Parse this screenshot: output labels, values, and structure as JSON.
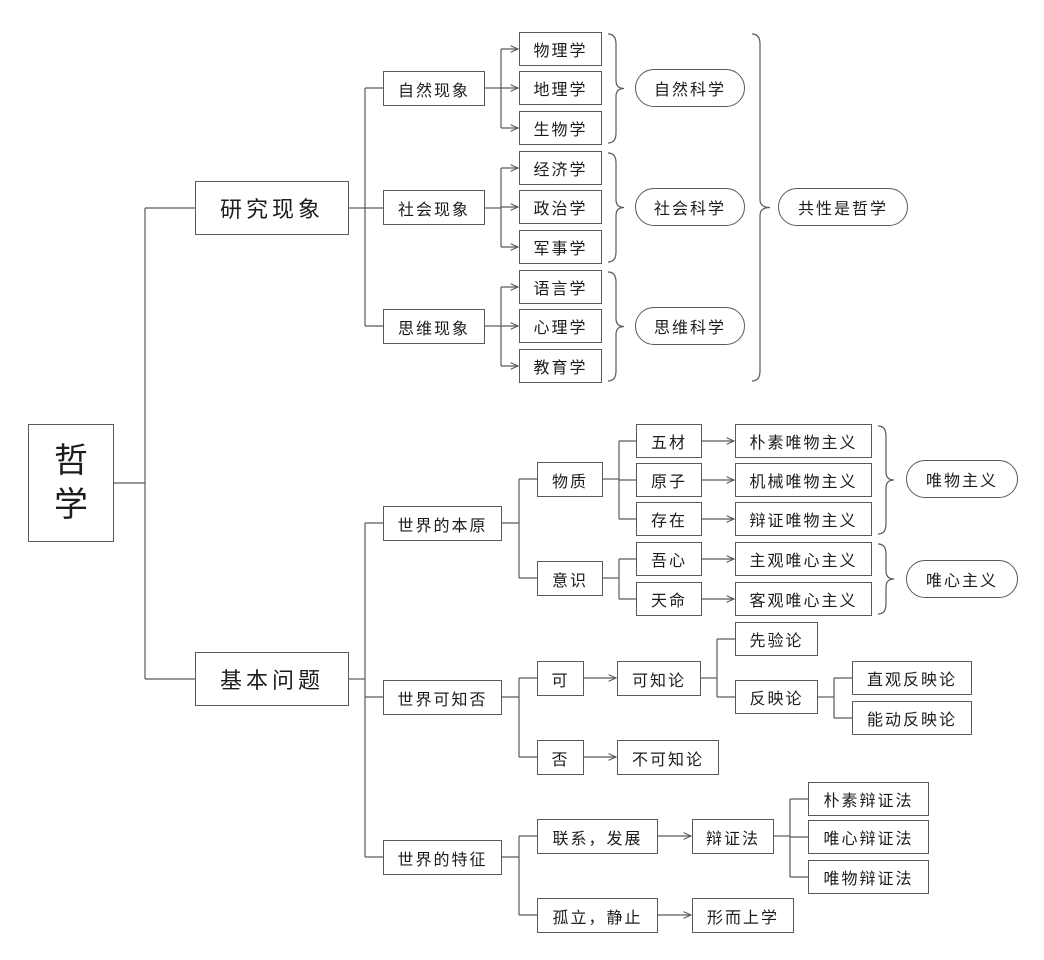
{
  "root": [
    "哲",
    "学"
  ],
  "branches": {
    "research": "研究现象",
    "basic": "基本问题"
  },
  "phenomena": {
    "natural": {
      "label": "自然现象",
      "subjects": [
        "物理学",
        "地理学",
        "生物学"
      ],
      "group": "自然科学"
    },
    "social": {
      "label": "社会现象",
      "subjects": [
        "经济学",
        "政治学",
        "军事学"
      ],
      "group": "社会科学"
    },
    "thinking": {
      "label": "思维现象",
      "subjects": [
        "语言学",
        "心理学",
        "教育学"
      ],
      "group": "思维科学"
    },
    "common": "共性是哲学"
  },
  "origin": {
    "label": "世界的本原",
    "matter": {
      "label": "物质",
      "items": [
        {
          "term": "五材",
          "school": "朴素唯物主义"
        },
        {
          "term": "原子",
          "school": "机械唯物主义"
        },
        {
          "term": "存在",
          "school": "辩证唯物主义"
        }
      ],
      "group": "唯物主义"
    },
    "consciousness": {
      "label": "意识",
      "items": [
        {
          "term": "吾心",
          "school": "主观唯心主义"
        },
        {
          "term": "天命",
          "school": "客观唯心主义"
        }
      ],
      "group": "唯心主义"
    }
  },
  "knowable": {
    "label": "世界可知否",
    "yes": "可",
    "yes_theory": "可知论",
    "apriori": "先验论",
    "reflection": "反映论",
    "reflection_types": [
      "直观反映论",
      "能动反映论"
    ],
    "no": "否",
    "no_theory": "不可知论"
  },
  "features": {
    "label": "世界的特征",
    "connection": "联系，发展",
    "dialectics": "辩证法",
    "dialectics_types": [
      "朴素辩证法",
      "唯心辩证法",
      "唯物辩证法"
    ],
    "isolation": "孤立，静止",
    "metaphysics": "形而上学"
  },
  "colors": {
    "line": "#5a5a5a",
    "text": "#1c1c1c",
    "background": "#ffffff"
  }
}
